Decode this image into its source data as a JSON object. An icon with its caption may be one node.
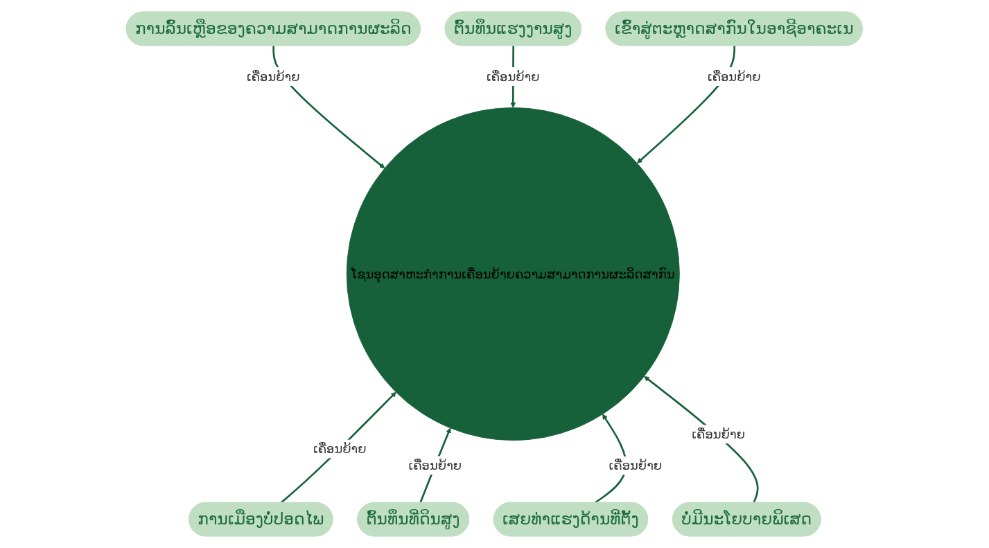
{
  "diagram": {
    "nodes": [
      {
        "text": [
          "ການລົ້ນເຫຼືອຂອງຄວາມສາມາດການຜະລິດ"
        ]
      },
      {
        "text": [
          "ຕົ້ນທຶນແຮງງານສູງ"
        ]
      },
      {
        "text": [
          "ເຂົ້າສູ່ຕະຫຼາດສາກົນໃນອາຊີອາຄະເນ"
        ]
      },
      {
        "text": [
          "ໂຊນອຸດສາຫະກຳການເຄື່ອນຍ້າຍຄວາມສາມາດການຜະລິດສາກົນ"
        ]
      },
      {
        "text": [
          "ການເມືອງບໍ່ປອດໄພ"
        ]
      },
      {
        "text": [
          "ຕົ້ນທຶນທີ່ດິນສູງ"
        ]
      },
      {
        "text": [
          "ເສຍທ່າແຮງດ້ານທີ່ຕັ້ງ"
        ]
      },
      {
        "text": [
          "ບໍ່ມີນະໂຍບາຍພິເສດ"
        ]
      }
    ],
    "edges": [
      {
        "from": 0,
        "to": 3,
        "arrow": "to",
        "label": "ເຄື່ອນຍ້າຍ"
      },
      {
        "from": 1,
        "to": 3,
        "arrow": "to",
        "label": "ເຄື່ອນຍ້າຍ"
      },
      {
        "from": 2,
        "to": 3,
        "arrow": "to",
        "label": "ເຄື່ອນຍ້າຍ"
      },
      {
        "from": 4,
        "to": 3,
        "arrow": "to",
        "label": "ເຄື່ອນຍ້າຍ"
      },
      {
        "from": 5,
        "to": 3,
        "arrow": "to",
        "label": "ເຄື່ອນຍ້າຍ"
      },
      {
        "from": 6,
        "to": 3,
        "arrow": "to",
        "label": "ເຄື່ອນຍ້າຍ"
      },
      {
        "from": 7,
        "to": 3,
        "arrow": "to",
        "label": "ເຄື່ອນຍ້າຍ"
      }
    ]
  }
}
